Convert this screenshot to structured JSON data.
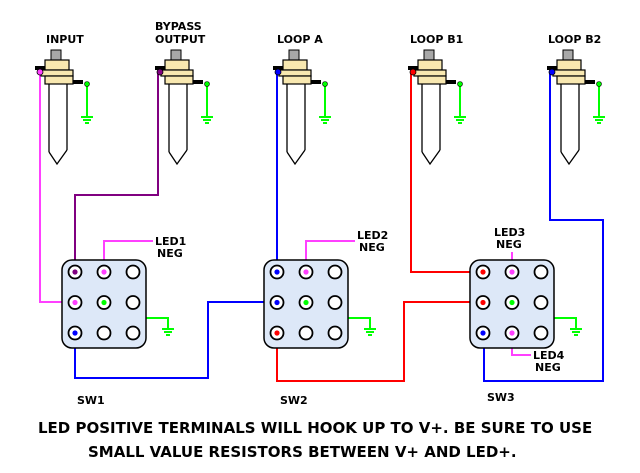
{
  "jacks": [
    {
      "name": "input-jack",
      "label": [
        "INPUT"
      ]
    },
    {
      "name": "bypass-output-jack",
      "label": [
        "BYPASS",
        "OUTPUT"
      ]
    },
    {
      "name": "loop-a-jack",
      "label": [
        "LOOP A"
      ]
    },
    {
      "name": "loop-b1-jack",
      "label": [
        "LOOP B1"
      ]
    },
    {
      "name": "loop-b2-jack",
      "label": [
        "LOOP B2"
      ]
    }
  ],
  "switches": [
    {
      "name": "sw1",
      "label": "SW1"
    },
    {
      "name": "sw2",
      "label": "SW2"
    },
    {
      "name": "sw3",
      "label": "SW3"
    }
  ],
  "leds": [
    {
      "name": "led1-neg",
      "label": [
        "LED1",
        "NEG"
      ]
    },
    {
      "name": "led2-neg",
      "label": [
        "LED2",
        "NEG"
      ]
    },
    {
      "name": "led3-neg",
      "label": [
        "LED3",
        "NEG"
      ]
    },
    {
      "name": "led4-neg",
      "label": [
        "LED4",
        "NEG"
      ]
    }
  ],
  "note": {
    "line1": "LED POSITIVE TERMINALS WILL HOOK UP TO V+. BE SURE TO USE",
    "line2": "SMALL VALUE RESISTORS BETWEEN V+ AND LED+."
  },
  "colors": {
    "magenta": "#ff40ff",
    "purple": "#800080",
    "blue": "#0000ff",
    "red": "#ff0000",
    "green": "#00ff00",
    "switch_body": "#dde8f8",
    "jack_body": "#f8e8b0",
    "jack_gray": "#a8a8a8"
  }
}
